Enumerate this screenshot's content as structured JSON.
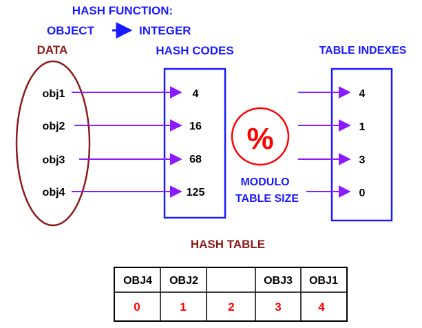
{
  "colors": {
    "blue": "#1a1aff",
    "maroon": "#8b1a1a",
    "purple": "#8c1aff",
    "red": "#ff0000",
    "black": "#000000"
  },
  "header": {
    "title": "HASH FUNCTION:",
    "mapping_from": "OBJECT",
    "mapping_to": "INTEGER"
  },
  "labels": {
    "data": "DATA",
    "hash_codes": "HASH CODES",
    "table_indexes": "TABLE INDEXES",
    "modulo_line1": "MODULO",
    "modulo_line2": "TABLE SIZE",
    "percent_symbol": "%",
    "hash_table": "HASH TABLE"
  },
  "objects": [
    "obj1",
    "obj2",
    "obj3",
    "obj4"
  ],
  "hash_codes": [
    "4",
    "16",
    "68",
    "125"
  ],
  "table_indexes": [
    "4",
    "1",
    "3",
    "0"
  ],
  "hash_table": {
    "cells": [
      "OBJ4",
      "OBJ2",
      "",
      "OBJ3",
      "OBJ1"
    ],
    "indexes": [
      "0",
      "1",
      "2",
      "3",
      "4"
    ]
  }
}
